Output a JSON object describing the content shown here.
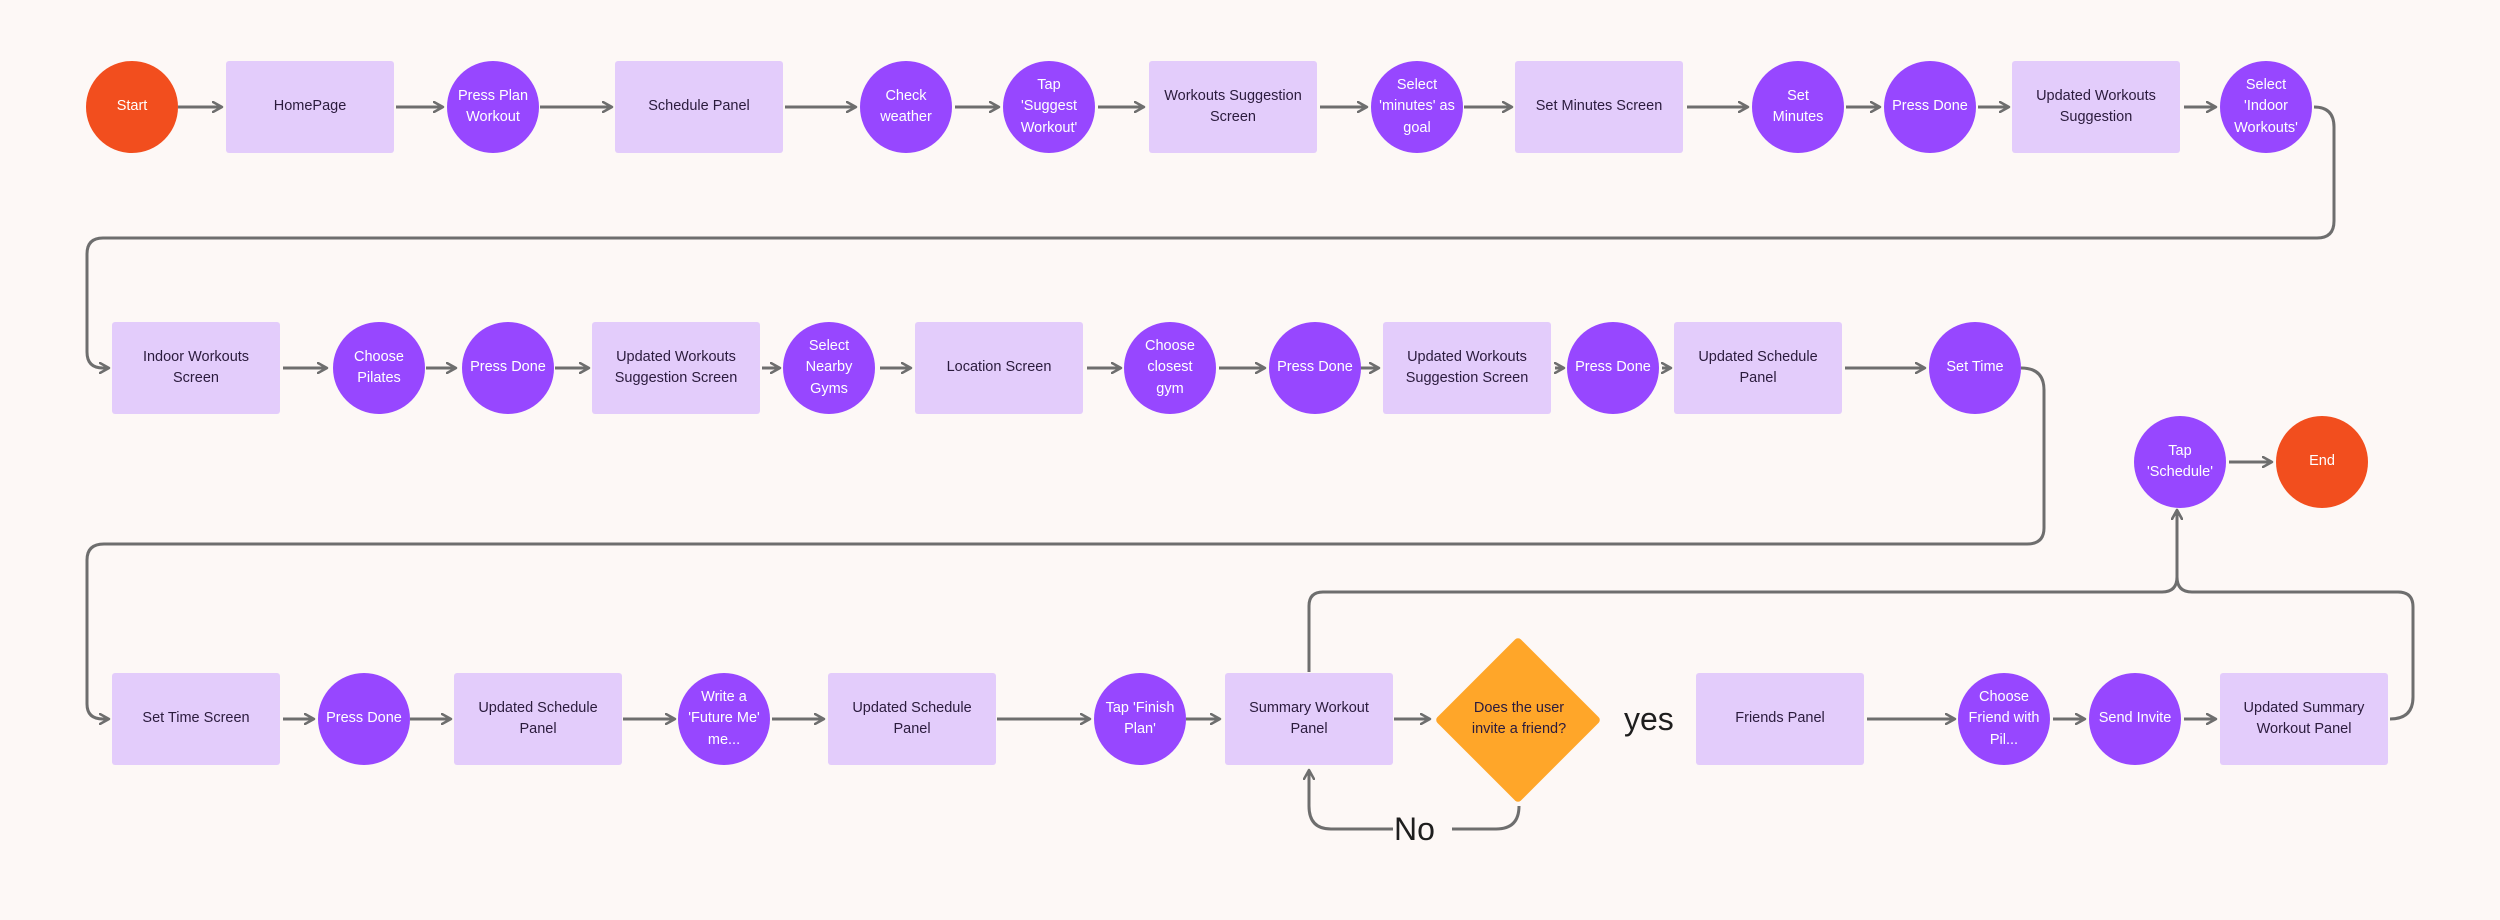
{
  "colors": {
    "background": "#fdf8f6",
    "screen_fill": "#e3ccfb",
    "action_fill": "#9747ff",
    "terminal_fill": "#f24e1e",
    "decision_fill": "#ffa629",
    "connector": "#6e6e6e"
  },
  "nodes": {
    "start": "Start",
    "homepage": "HomePage",
    "press_plan_workout": "Press Plan Workout",
    "schedule_panel": "Schedule Panel",
    "check_weather": "Check weather",
    "tap_suggest_workout": "Tap 'Suggest Workout'",
    "workouts_suggestion_screen": "Workouts Suggestion Screen",
    "select_minutes_goal": "Select 'minutes' as goal",
    "set_minutes_screen": "Set Minutes Screen",
    "set_minutes": "Set Minutes",
    "press_done_1": "Press Done",
    "updated_workouts_suggestion": "Updated Workouts Suggestion",
    "select_indoor_workouts": "Select 'Indoor Workouts'",
    "indoor_workouts_screen": "Indoor Workouts Screen",
    "choose_pilates": "Choose Pilates",
    "press_done_2": "Press Done",
    "updated_workouts_suggestion_screen_1": "Updated Workouts Suggestion Screen",
    "select_nearby_gyms": "Select Nearby Gyms",
    "location_screen": "Location Screen",
    "choose_closest_gym": "Choose closest gym",
    "press_done_3": "Press Done",
    "updated_workouts_suggestion_screen_2": "Updated Workouts Suggestion Screen",
    "press_done_4": "Press Done",
    "updated_schedule_panel_1": "Updated Schedule Panel",
    "set_time": "Set Time",
    "set_time_screen": "Set Time Screen",
    "press_done_5": "Press Done",
    "updated_schedule_panel_2": "Updated Schedule Panel",
    "write_future_me": "Write a 'Future Me' me...",
    "updated_schedule_panel_3": "Updated Schedule Panel",
    "tap_finish_plan": "Tap 'Finish Plan'",
    "summary_workout_panel": "Summary Workout Panel",
    "decision_invite_friend": "Does the user invite a friend?",
    "friends_panel": "Friends Panel",
    "choose_friend": "Choose Friend with Pil...",
    "send_invite": "Send Invite",
    "updated_summary_workout_panel": "Updated Summary Workout Panel",
    "tap_schedule": "Tap 'Schedule'",
    "end": "End"
  },
  "branch_labels": {
    "yes": "yes",
    "no": "No"
  }
}
